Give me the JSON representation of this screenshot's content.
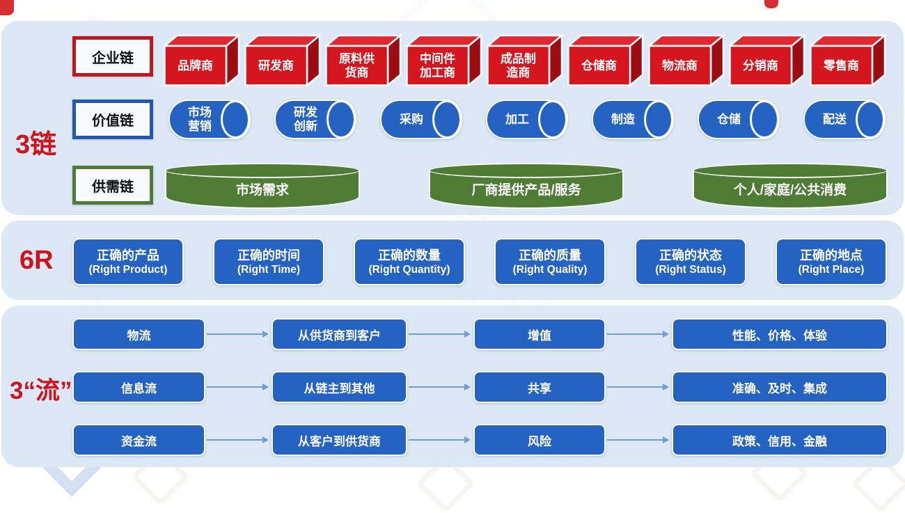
{
  "colors": {
    "panel_bg": "#dce8f5",
    "red_box": "#d5161e",
    "red_box_top": "#e02830",
    "red_box_side": "#9c0d13",
    "blue": "#2563c2",
    "green": "#4e7c35",
    "label_red": "#d0121b",
    "arrow_blue": "#6f9cdc"
  },
  "sections": {
    "chains": {
      "label": "3链",
      "rows": [
        {
          "tag": "企业链",
          "items": [
            "品牌商",
            "研发商",
            "原料供\n货商",
            "中间件\n加工商",
            "成品制\n造商",
            "仓储商",
            "物流商",
            "分销商",
            "零售商"
          ]
        },
        {
          "tag": "价值链",
          "items": [
            "市场\n营销",
            "研发\n创新",
            "采购",
            "加工",
            "制造",
            "仓储",
            "配送"
          ]
        },
        {
          "tag": "供需链",
          "items": [
            "市场需求",
            "厂商提供产品/服务",
            "个人/家庭/公共消费"
          ]
        }
      ]
    },
    "six_r": {
      "label": "6R",
      "items": [
        {
          "cn": "正确的产品",
          "en": "(Right Product)"
        },
        {
          "cn": "正确的时间",
          "en": "(Right Time)"
        },
        {
          "cn": "正确的数量",
          "en": "(Right Quantity)"
        },
        {
          "cn": "正确的质量",
          "en": "(Right Quality)"
        },
        {
          "cn": "正确的状态",
          "en": "(Right Status)"
        },
        {
          "cn": "正确的地点",
          "en": "(Right Place)"
        }
      ]
    },
    "flows": {
      "label": "3“流”",
      "rows": [
        {
          "cells": [
            "物流",
            "从供货商到客户",
            "增值",
            "性能、价格、体验"
          ]
        },
        {
          "cells": [
            "信息流",
            "从链主到其他",
            "共享",
            "准确、及时、集成"
          ]
        },
        {
          "cells": [
            "资金流",
            "从客户到供货商",
            "风险",
            "政策、信用、金融"
          ]
        }
      ]
    }
  }
}
